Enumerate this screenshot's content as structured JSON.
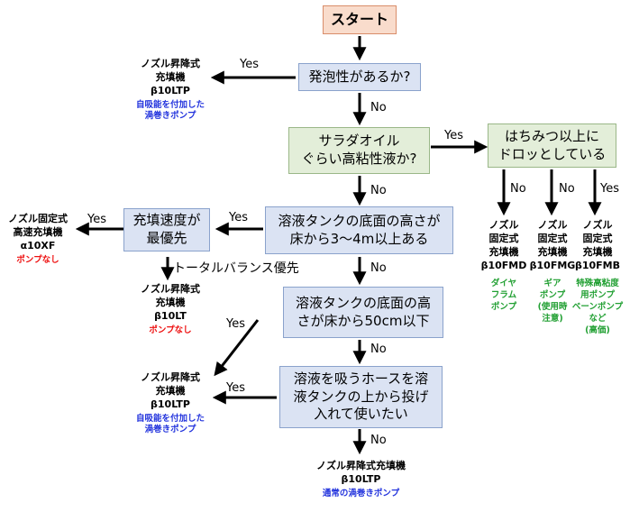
{
  "colors": {
    "question_blue_fill": "#dbe3f3",
    "question_green_fill": "#e3eed9",
    "start_fill": "#f9dccc",
    "note_blue": "#2233dd",
    "note_red": "#ee1111",
    "note_green": "#22a033"
  },
  "nodes": {
    "start": "スタート",
    "q1": "発泡性があるか?",
    "q2": "サラダオイル\nぐらい高粘性液か?",
    "q3": "はちみつ以上に\nドロッとしている",
    "q4": "溶液タンクの底面の高さが\n床から3〜4m以上ある",
    "q5": "充填速度が\n最優先",
    "q6": "溶液タンクの底面の高\nさが床から50cm以下",
    "q7": "溶液を吸うホースを溶\n液タンクの上から投げ\n入れて使いたい"
  },
  "results": {
    "r1": {
      "title": "ノズル昇降式\n充填機\nβ10LTP",
      "note": "自吸能を付加した\n渦巻きポンプ"
    },
    "r2": {
      "title": "ノズル固定式\n高速充填機\nα10XF",
      "note": "ポンプなし"
    },
    "r3": {
      "title": "ノズル昇降式\n充填機\nβ10LT",
      "note": "ポンプなし"
    },
    "r4": {
      "title": "ノズル昇降式\n充填機\nβ10LTP",
      "note": "自吸能を付加した\n渦巻きポンプ"
    },
    "r5": {
      "title": "ノズル昇降式充填機\nβ10LTP",
      "note": "通常の渦巻きポンプ"
    },
    "r6": {
      "title": "ノズル\n固定式\n充填機\nβ10FMD",
      "note": "ダイヤ\nフラム\nポンプ"
    },
    "r7": {
      "title": "ノズル\n固定式\n充填機\nβ10FMG",
      "note": "ギア\nポンプ\n(使用時\n注意)"
    },
    "r8": {
      "title": "ノズル\n固定式\n充填機\nβ10FMB",
      "note": "特殊高粘度\n用ポンプ\nベーンポンプ\nなど\n(高価)"
    }
  },
  "edge_labels": {
    "q1_yes": "Yes",
    "q1_no": "No",
    "q2_yes": "Yes",
    "q2_no": "No",
    "q3_no_1": "No",
    "q3_no_2": "No",
    "q3_yes": "Yes",
    "q4_yes": "Yes",
    "q4_no": "No",
    "q5_yes": "Yes",
    "q6_yes": "Yes",
    "q6_no": "No",
    "q7_yes": "Yes",
    "q7_no": "No"
  },
  "annotations": {
    "q5_no_note": "トータルバランス優先"
  }
}
